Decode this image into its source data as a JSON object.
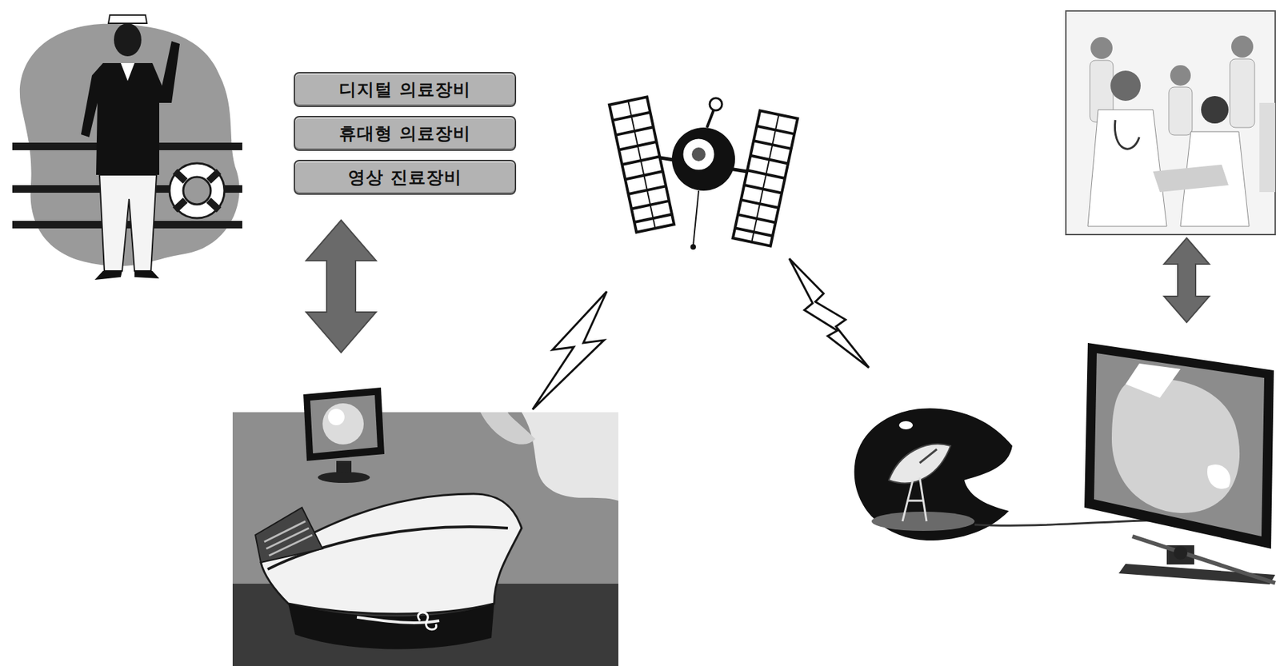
{
  "diagram": {
    "nodes": [
      {
        "text": [
          "디지털 의료장비"
        ]
      },
      {
        "text": [
          "휴대형 의료장비"
        ]
      },
      {
        "text": [
          "영상 진료장비"
        ]
      }
    ]
  }
}
